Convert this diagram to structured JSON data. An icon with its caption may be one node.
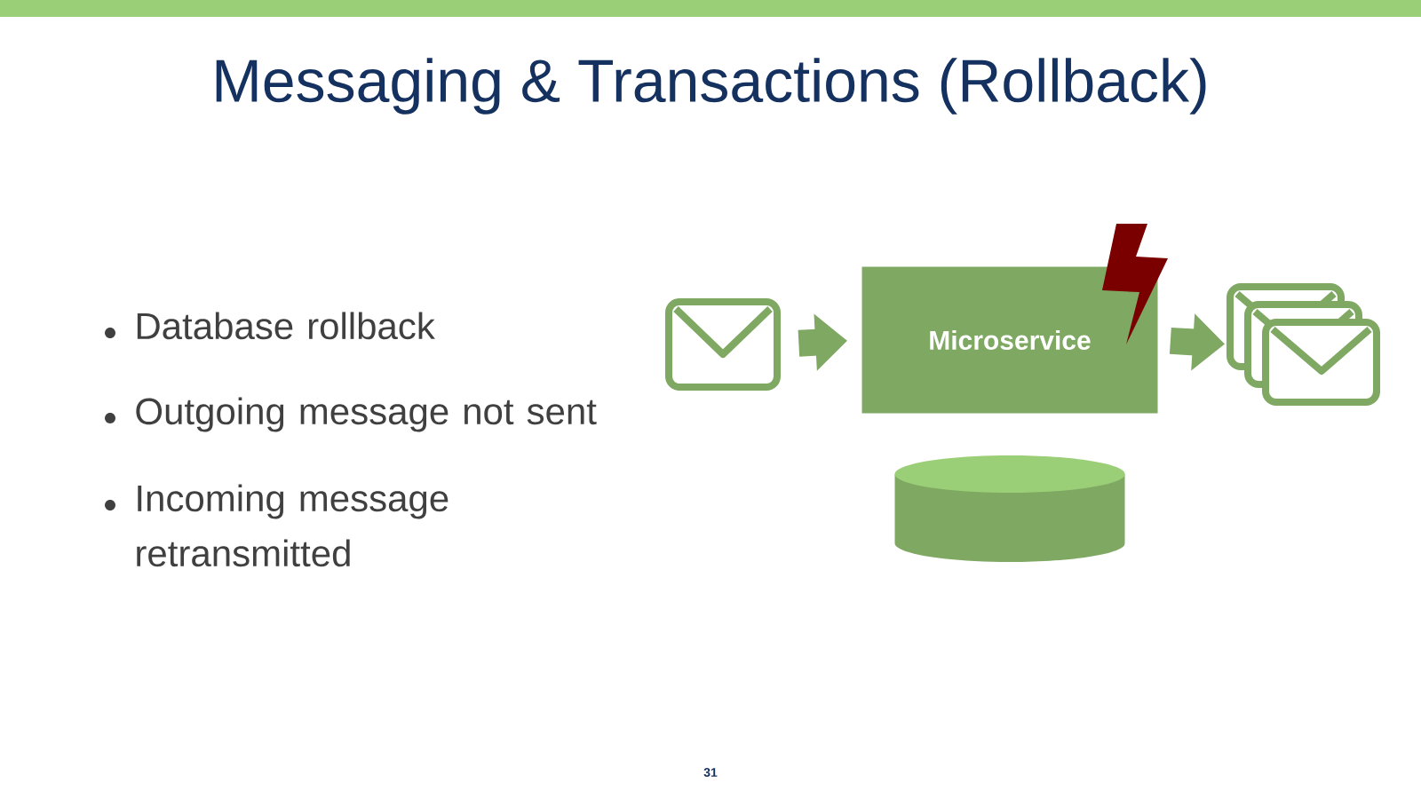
{
  "diagram": {
    "title": "Messaging & Transactions (Rollback)",
    "nodes": [
      {
        "text": [],
        "shape": "envelope"
      },
      {
        "text": [
          "Microservice"
        ]
      },
      {
        "text": [],
        "shape": "envelopes"
      },
      {
        "text": [],
        "shape": "cylinder"
      },
      {
        "text": [],
        "shape": "bar"
      }
    ],
    "edges": [
      {
        "from": 0,
        "to": 1,
        "arrow": "to"
      },
      {
        "from": 1,
        "to": 2,
        "arrow": "to"
      }
    ],
    "labels": [
      "Database rollback",
      "Outgoing message not sent",
      "Incoming message retransmitted",
      "31"
    ]
  }
}
